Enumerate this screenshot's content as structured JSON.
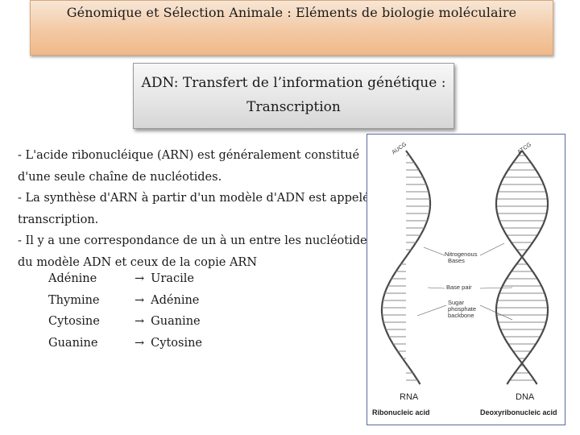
{
  "header": {
    "title": "Génomique et Sélection Animale : Eléments de biologie moléculaire"
  },
  "subtitle": {
    "line1": "ADN: Transfert de l’information génétique :",
    "line2": "Transcription"
  },
  "body": {
    "paragraph1_line1": "- L'acide ribonucléique (ARN) est généralement constitué",
    "paragraph1_line2": "d'une seule chaîne de nucléotides.",
    "paragraph2_line1": "- La synthèse d'ARN à partir d'un modèle d'ADN est appelée",
    "paragraph2_line2": "transcription.",
    "paragraph3_line1": "- Il y a une correspondance de un à un entre les nucléotides",
    "paragraph3_line2": "du modèle ADN et ceux de la copie ARN",
    "arrow_symbol": "→",
    "pairs": [
      {
        "dna": "Adénine",
        "rna": "Uracile"
      },
      {
        "dna": "Thymine",
        "rna": "Adénine"
      },
      {
        "dna": "Cytosine",
        "rna": "Guanine"
      },
      {
        "dna": "Guanine",
        "rna": "Cytosine"
      }
    ]
  },
  "figure": {
    "rna_top_label": "AUCG",
    "dna_top_label": "ATCG",
    "label_bases_line1": "Nitrogenous",
    "label_bases_line2": "Bases",
    "label_base_pair": "Base pair",
    "label_backbone_line1": "Sugar",
    "label_backbone_line2": "phosphate",
    "label_backbone_line3": "backbone",
    "rna_label": "RNA",
    "rna_full": "Ribonucleic acid",
    "dna_label": "DNA",
    "dna_full": "Deoxyribonucleic acid"
  },
  "colors": {
    "banner_bg": "#f3c9a3",
    "subtitle_bg": "#e4e4e4",
    "figure_border": "#5b6c9c"
  }
}
